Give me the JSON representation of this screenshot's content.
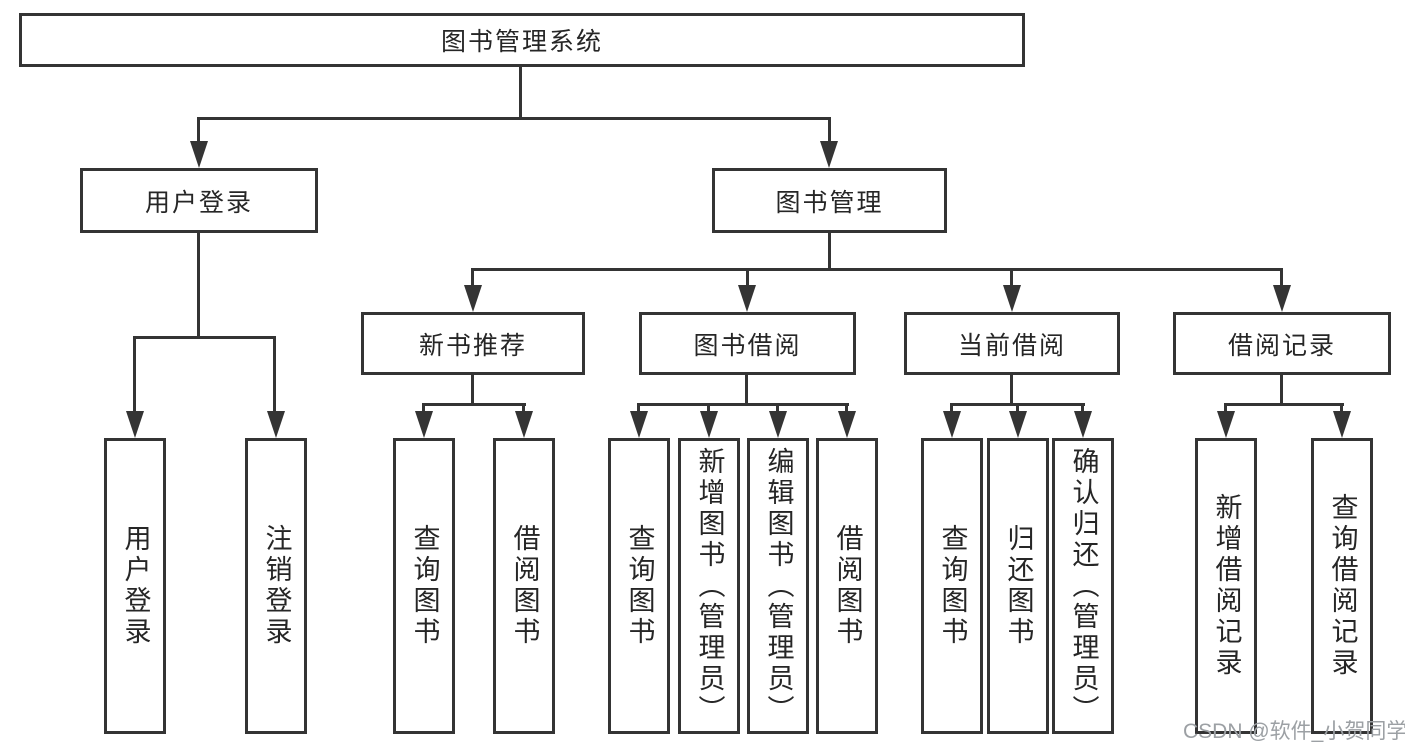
{
  "diagram": {
    "root": {
      "label": "图书管理系统"
    },
    "branches": [
      {
        "label": "用户登录",
        "children": [
          {
            "label": "用户登录"
          },
          {
            "label": "注销登录"
          }
        ]
      },
      {
        "label": "图书管理",
        "children": [
          {
            "label": "新书推荐",
            "children": [
              {
                "label": "查询图书"
              },
              {
                "label": "借阅图书"
              }
            ]
          },
          {
            "label": "图书借阅",
            "children": [
              {
                "label": "查询图书"
              },
              {
                "label": "新增图书（管理员）"
              },
              {
                "label": "编辑图书（管理员）"
              },
              {
                "label": "借阅图书"
              }
            ]
          },
          {
            "label": "当前借阅",
            "children": [
              {
                "label": "查询图书"
              },
              {
                "label": "归还图书"
              },
              {
                "label": "确认归还（管理员）"
              }
            ]
          },
          {
            "label": "借阅记录",
            "children": [
              {
                "label": "新增借阅记录"
              },
              {
                "label": "查询借阅记录"
              }
            ]
          }
        ]
      }
    ],
    "watermark": "CSDN @软件_小贺同学",
    "colors": {
      "stroke": "#343434",
      "text": "#262626",
      "watermark": "#9ca0a4",
      "background": "#ffffff"
    }
  }
}
